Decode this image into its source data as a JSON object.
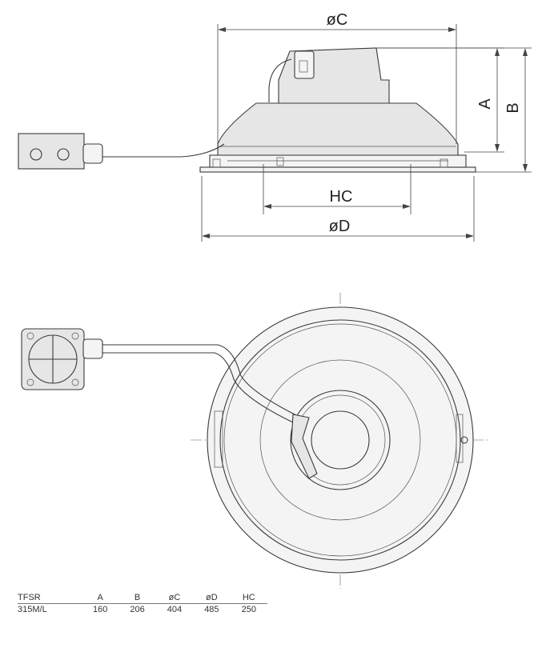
{
  "dimension_labels": {
    "c": "øC",
    "d": "øD",
    "hc": "HC",
    "a": "A",
    "b": "B"
  },
  "table": {
    "headers": [
      "TFSR",
      "A",
      "B",
      "øC",
      "øD",
      "HC"
    ],
    "rows": [
      [
        "315M/L",
        "160",
        "206",
        "404",
        "485",
        "250"
      ]
    ]
  }
}
